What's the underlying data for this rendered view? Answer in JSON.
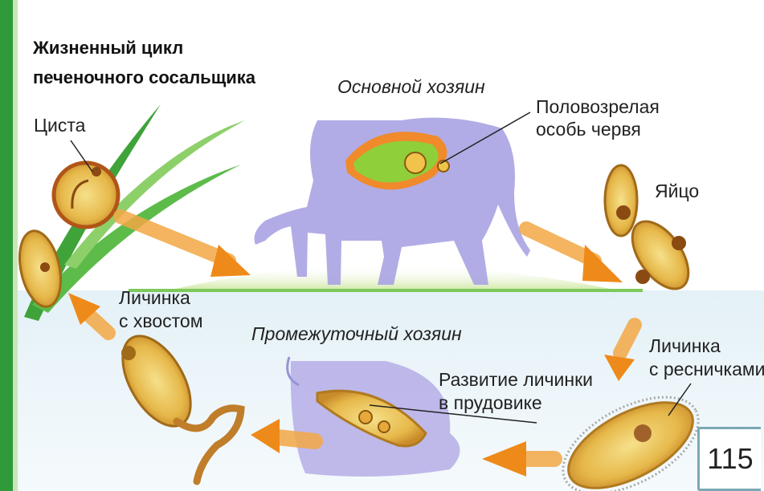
{
  "title_line1": "Жизненный цикл",
  "title_line2": "печеночного сосальщика",
  "labels": {
    "main_host": "Основной хозяин",
    "adult_line1": "Половозрелая",
    "adult_line2": "особь червя",
    "egg": "Яйцо",
    "ciliated_line1": "Личинка",
    "ciliated_line2": "с ресничками",
    "snail_dev_line1": "Развитие личинки",
    "snail_dev_line2": "в прудовике",
    "intermediate_host": "Промежуточный хозяин",
    "tailed_line1": "Личинка",
    "tailed_line2": "с хвостом",
    "cyst": "Циста"
  },
  "page_number": "115"
}
